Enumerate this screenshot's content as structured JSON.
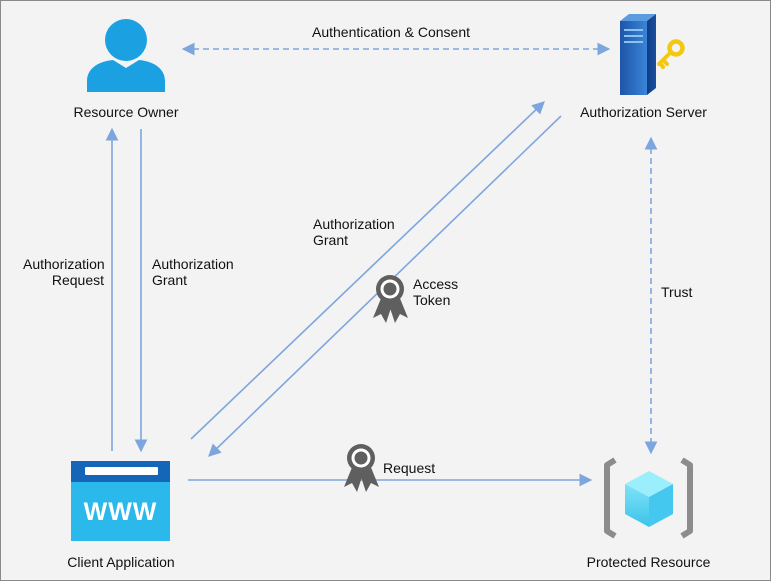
{
  "nodes": {
    "resource_owner": "Resource Owner",
    "authorization_server": "Authorization Server",
    "client_application": "Client Application",
    "protected_resource": "Protected Resource"
  },
  "client_logo_text": "WWW",
  "edges": {
    "auth_consent": "Authentication & Consent",
    "auth_request": [
      "Authorization",
      "Request"
    ],
    "auth_grant_left": [
      "Authorization",
      "Grant"
    ],
    "auth_grant_diag": [
      "Authorization",
      "Grant"
    ],
    "access_token": [
      "Access",
      "Token"
    ],
    "trust": "Trust",
    "request": "Request"
  },
  "icons": {
    "resource_owner": "user-icon",
    "authorization_server": "server-key-icon",
    "client_application": "browser-www-icon",
    "protected_resource": "cube-resource-icon",
    "token": "award-badge-icon"
  },
  "colors": {
    "user_blue": "#1ba1e2",
    "arrow_blue": "#7ea6de",
    "window_blue": "#1565b8",
    "window_body": "#2bb8ea",
    "key_gold": "#f2c811",
    "badge_gray": "#5f5f5f"
  }
}
